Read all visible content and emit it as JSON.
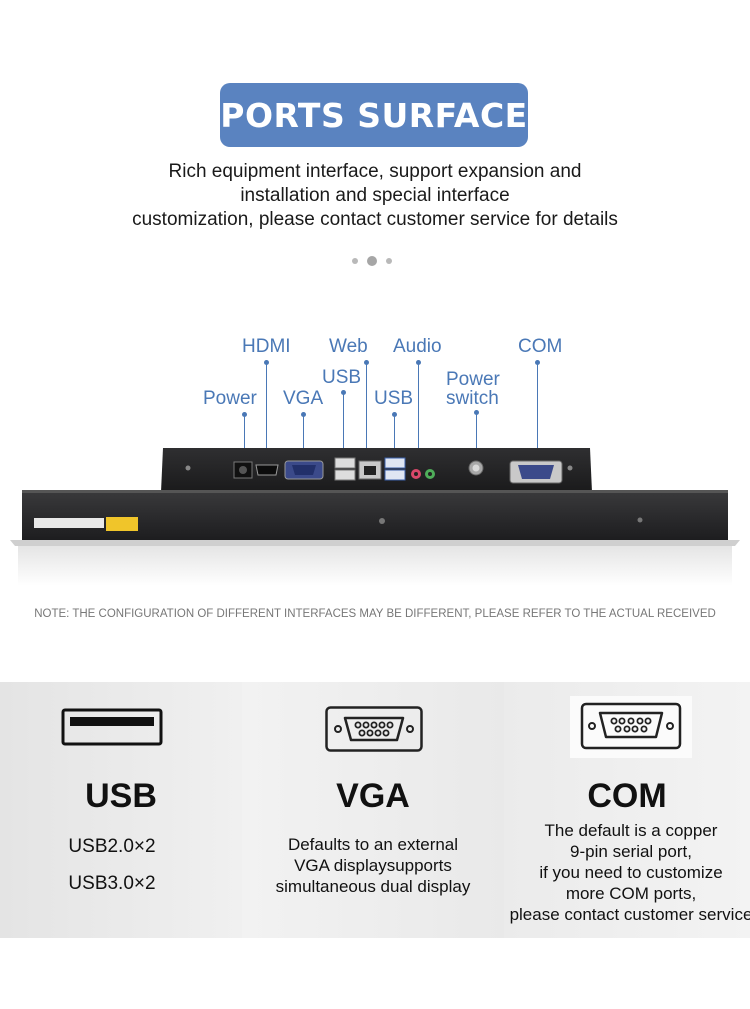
{
  "header": {
    "title": "PORTS SURFACE",
    "intro_lines": [
      "Rich equipment interface, support expansion and",
      "installation and special interface",
      "customization, please contact customer service for details"
    ]
  },
  "ports": {
    "hdmi": "HDMI",
    "web": "Web",
    "audio": "Audio",
    "com": "COM",
    "usb_left": "USB",
    "usb_right": "USB",
    "power": "Power",
    "vga": "VGA",
    "power_switch_line1": "Power",
    "power_switch_line2": "switch"
  },
  "note": "NOTE: THE CONFIGURATION OF DIFFERENT INTERFACES MAY BE DIFFERENT, PLEASE REFER TO THE ACTUAL RECEIVED",
  "features": {
    "usb": {
      "title": "USB",
      "lines": [
        "USB2.0×2",
        "USB3.0×2"
      ]
    },
    "vga": {
      "title": "VGA",
      "lines": [
        "Defaults to an external",
        "VGA displaysupports",
        "simultaneous dual display"
      ]
    },
    "com": {
      "title": "COM",
      "lines": [
        "The default is a copper",
        "9-pin serial port,",
        "if you need to customize",
        "more COM ports,",
        "please contact customer service"
      ]
    }
  },
  "colors": {
    "accent": "#5a83c0",
    "label_blue": "#4a78b6"
  }
}
